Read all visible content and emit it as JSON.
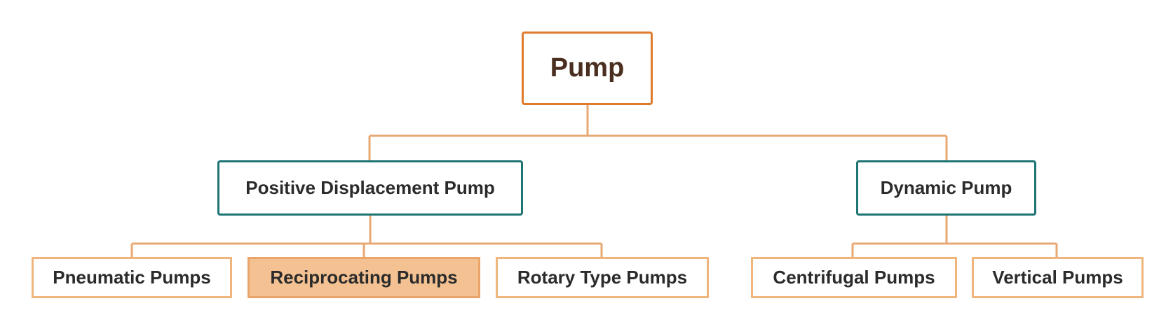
{
  "colors": {
    "root_border": "#e07b2c",
    "category_border": "#1f7474",
    "leaf_border": "#f0b57c",
    "highlight_fill": "#f4c292",
    "connector": "#e8a873"
  },
  "root": {
    "label": "Pump"
  },
  "categories": [
    {
      "label": "Positive Displacement Pump",
      "children": [
        {
          "label": "Pneumatic Pumps",
          "highlighted": false
        },
        {
          "label": "Reciprocating Pumps",
          "highlighted": true
        },
        {
          "label": "Rotary Type Pumps",
          "highlighted": false
        }
      ]
    },
    {
      "label": "Dynamic Pump",
      "children": [
        {
          "label": "Centrifugal Pumps",
          "highlighted": false
        },
        {
          "label": "Vertical Pumps",
          "highlighted": false
        }
      ]
    }
  ]
}
